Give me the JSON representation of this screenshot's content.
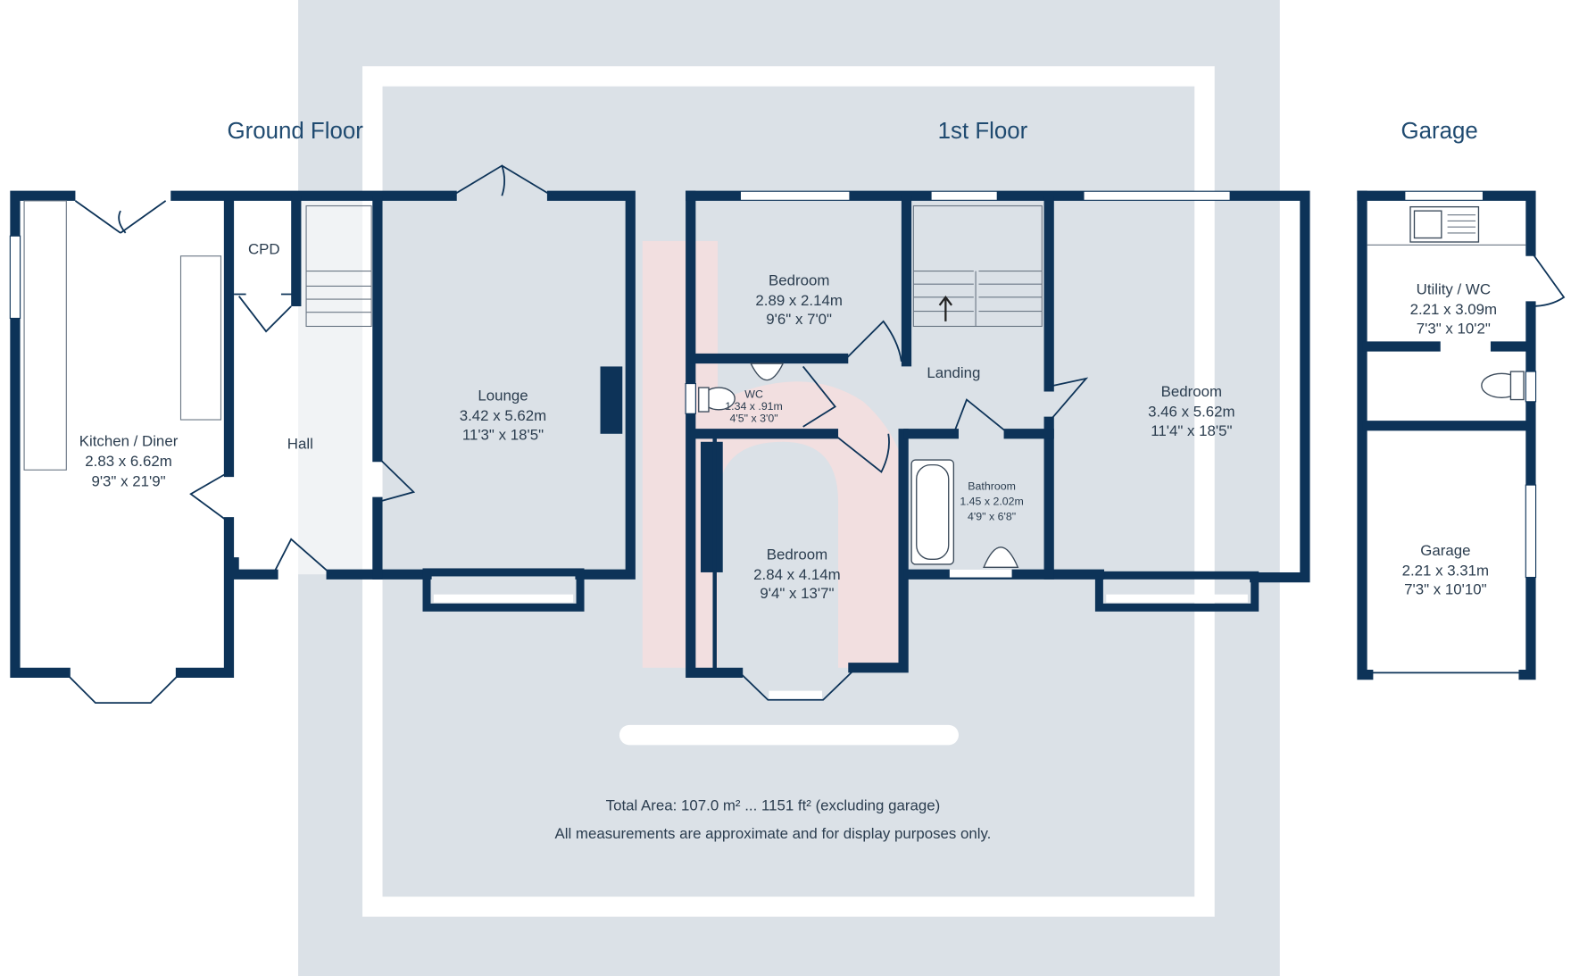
{
  "titles": {
    "ground": "Ground Floor",
    "first": "1st Floor",
    "garage": "Garage"
  },
  "rooms": {
    "kitchen": {
      "name": "Kitchen / Diner",
      "metric": "2.83 x 6.62m",
      "imperial": "9'3\" x 21'9\""
    },
    "cpd": {
      "name": "CPD"
    },
    "hall": {
      "name": "Hall"
    },
    "lounge": {
      "name": "Lounge",
      "metric": "3.42 x 5.62m",
      "imperial": "11'3\" x 18'5\""
    },
    "bedroom_small": {
      "name": "Bedroom",
      "metric": "2.89 x 2.14m",
      "imperial": "9'6\" x 7'0\""
    },
    "wc": {
      "name": "WC",
      "metric": "1.34 x .91m",
      "imperial": "4'5\" x 3'0\""
    },
    "landing": {
      "name": "Landing"
    },
    "bedroom_front": {
      "name": "Bedroom",
      "metric": "2.84 x 4.14m",
      "imperial": "9'4\" x 13'7\""
    },
    "bathroom": {
      "name": "Bathroom",
      "metric": "1.45 x 2.02m",
      "imperial": "4'9\" x 6'8\""
    },
    "bedroom_main": {
      "name": "Bedroom",
      "metric": "3.46 x 5.62m",
      "imperial": "11'4\" x 18'5\""
    },
    "utility": {
      "name": "Utility / WC",
      "metric": "2.21 x 3.09m",
      "imperial": "7'3\" x 10'2\""
    },
    "garage": {
      "name": "Garage",
      "metric": "2.21 x 3.31m",
      "imperial": "7'3\" x 10'10\""
    }
  },
  "footer": {
    "total_area": "Total Area: 107.0 m² ... 1151 ft² (excluding garage)",
    "disclaimer": "All measurements are approximate and for display purposes only."
  },
  "colors": {
    "wall": "#0d3358",
    "watermark_bg": "#dbe1e7",
    "logo": "#f6dede"
  }
}
